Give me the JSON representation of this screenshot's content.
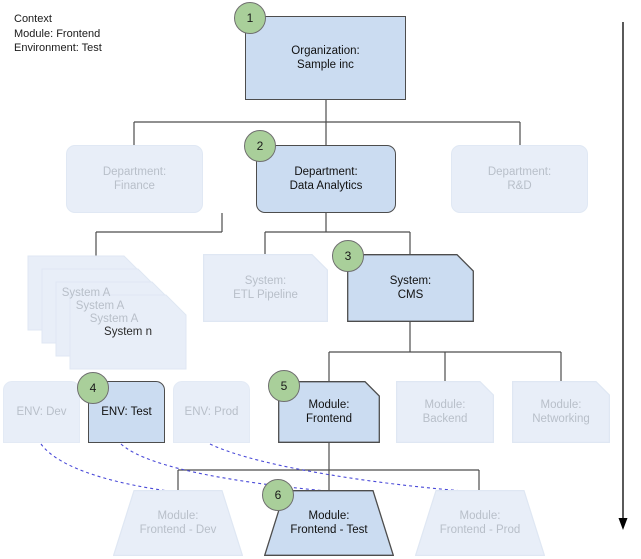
{
  "diagram": {
    "title": "Context hierarchy diagram",
    "colors": {
      "active_fill": "#cbdcf1",
      "faded_fill": "#e8eef8",
      "active_stroke": "#4d4d4d",
      "faded_stroke": "#e0e8f4",
      "active_text": "#111111",
      "faded_text": "#b8bfc9",
      "badge_fill": "#a9cf9a",
      "badge_stroke": "#6f6f6f",
      "dashed_link": "#4a4ad8",
      "arrow": "#000000"
    }
  },
  "context": {
    "heading": "Context",
    "module_line": "Module: Frontend",
    "environment_line": "Environment: Test",
    "text": "Context\nModule: Frontend\nEnvironment: Test"
  },
  "levels": {
    "organization": {
      "label": "Organization:\nSample inc",
      "badge": "1",
      "state": "active"
    },
    "departments": [
      {
        "label": "Department:\nFinance",
        "state": "faded",
        "badge": null
      },
      {
        "label": "Department:\nData Analytics",
        "state": "active",
        "badge": "2"
      },
      {
        "label": "Department:\nR&D",
        "state": "faded",
        "badge": null
      }
    ],
    "systems": [
      {
        "label": "System A",
        "state": "faded",
        "badge": null,
        "stacked": true
      },
      {
        "label": "System A",
        "state": "faded",
        "badge": null,
        "stacked": true
      },
      {
        "label": "System A",
        "state": "faded",
        "badge": null,
        "stacked": true
      },
      {
        "label": "System n",
        "state": "faded",
        "badge": null,
        "stacked": true
      },
      {
        "label": "System:\nETL Pipeline",
        "state": "faded",
        "badge": null
      },
      {
        "label": "System:\nCMS",
        "state": "active",
        "badge": "3"
      }
    ],
    "environments": [
      {
        "label": "ENV: Dev",
        "state": "faded",
        "badge": null
      },
      {
        "label": "ENV: Test",
        "state": "active",
        "badge": "4"
      },
      {
        "label": "ENV: Prod",
        "state": "faded",
        "badge": null
      }
    ],
    "modules": [
      {
        "label": "Module:\nFrontend",
        "state": "active",
        "badge": "5"
      },
      {
        "label": "Module:\nBackend",
        "state": "faded",
        "badge": null
      },
      {
        "label": "Module:\nNetworking",
        "state": "faded",
        "badge": null
      }
    ],
    "deployments": [
      {
        "label": "Module:\nFrontend - Dev",
        "state": "faded",
        "badge": null
      },
      {
        "label": "Module:\nFrontend - Test",
        "state": "active",
        "badge": "6"
      },
      {
        "label": "Module:\nFrontend - Prod",
        "state": "faded",
        "badge": null
      }
    ]
  },
  "axis": {
    "name": "vertical-flow-arrow",
    "direction": "down"
  },
  "stack_labels": {
    "card1": "System A",
    "card2": "System A",
    "card3": "System A",
    "card4": "System n"
  }
}
